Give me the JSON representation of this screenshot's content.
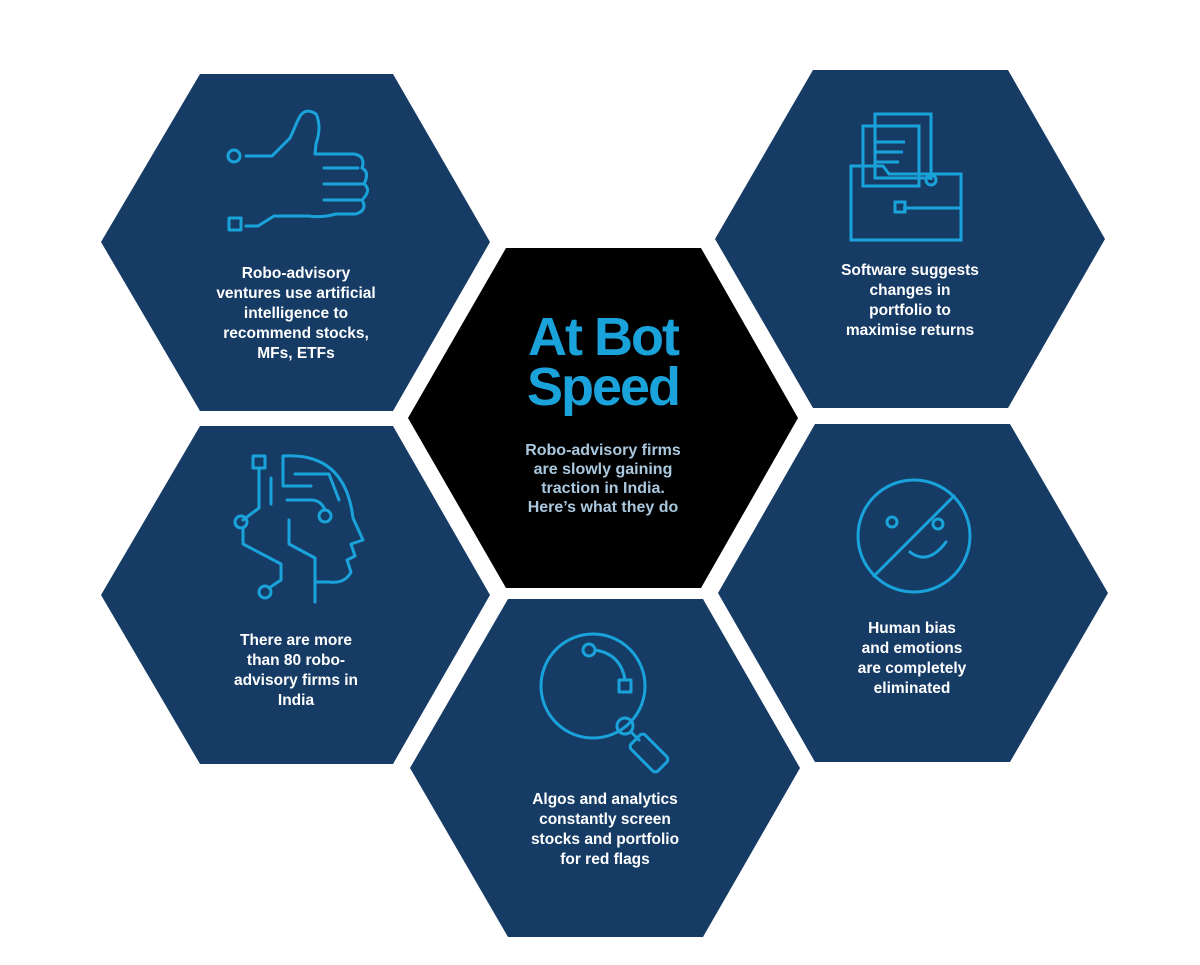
{
  "colors": {
    "hex_fill": "#163c66",
    "center_fill": "#000000",
    "accent": "#1aa3db",
    "subtitle": "#a9c7dd",
    "text": "#ffffff",
    "background": "#ffffff"
  },
  "center": {
    "title": "At Bot\nSpeed",
    "subtitle": "Robo-advisory firms\nare slowly gaining\ntraction in India.\nHere’s what they do"
  },
  "cells": [
    {
      "id": "ai",
      "icon": "thumbs-up-circuit-icon",
      "text": "Robo-advisory\nventures use artificial\nintelligence to\nrecommend stocks,\nMFs, ETFs"
    },
    {
      "id": "software",
      "icon": "document-folder-icon",
      "text": "Software suggests\nchanges in\nportfolio to\nmaximise returns"
    },
    {
      "id": "firms",
      "icon": "circuit-head-icon",
      "text": "There are more\nthan 80 robo-\nadvisory firms in\nIndia"
    },
    {
      "id": "bias",
      "icon": "crossed-out-smiley-icon",
      "text": "Human bias\nand emotions\nare completely\neliminated"
    },
    {
      "id": "algos",
      "icon": "magnifier-circuit-icon",
      "text": "Algos and analytics\nconstantly screen\nstocks and portfolio\nfor red flags"
    }
  ]
}
